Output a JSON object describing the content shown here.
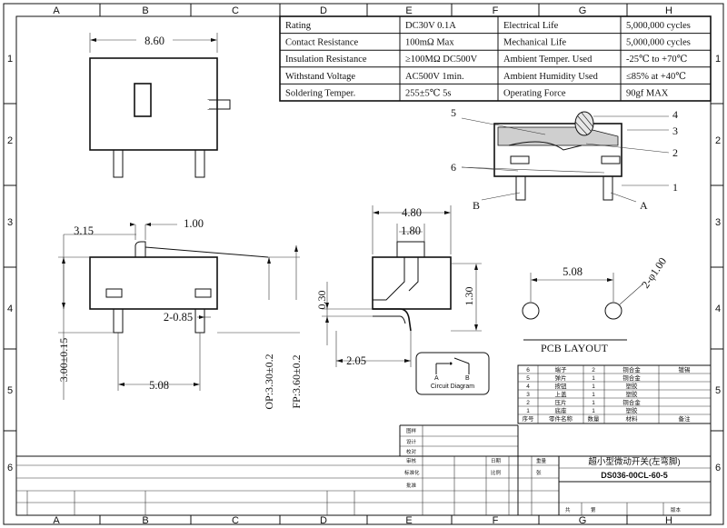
{
  "grid": {
    "columns": [
      "A",
      "B",
      "C",
      "D",
      "E",
      "F",
      "G",
      "H"
    ],
    "rows": [
      "1",
      "2",
      "3",
      "4",
      "5",
      "6"
    ]
  },
  "spec_table": [
    [
      "Rating",
      "DC30V 0.1A",
      "Electrical Life",
      "5,000,000 cycles"
    ],
    [
      "Contact Resistance",
      "100mΩ  Max",
      "Mechanical Life",
      "5,000,000 cycles"
    ],
    [
      "Insulation Resistance",
      "≥100MΩ  DC500V",
      "Ambient Temper. Used",
      "-25℃ to +70℃"
    ],
    [
      "Withstand Voltage",
      "AC500V  1min.",
      "Ambient Humidity Used",
      "≤85% at +40℃"
    ],
    [
      "Soldering Temper.",
      "255±5℃ 5s",
      "Operating Force",
      "90gf MAX"
    ]
  ],
  "dims": {
    "top_width": "8.60",
    "d315": "3.15",
    "d100": "1.00",
    "d285": "2-0.85",
    "d508": "5.08",
    "d300": "3.00±0.15",
    "op": "OP:3.30±0.2",
    "fp": "FP:3.60±0.2",
    "d480": "4.80",
    "d180": "1.80",
    "d030": "0.30",
    "d130": "1.30",
    "d205": "2.05",
    "pcb508": "5.08",
    "pcb_hole": "2-φ1.00"
  },
  "callouts": [
    "1",
    "2",
    "3",
    "4",
    "5",
    "6",
    "A",
    "B"
  ],
  "pcb_layout_label": "PCB LAYOUT",
  "circuit": {
    "a": "A",
    "b": "B",
    "label": "Circuit Diagram"
  },
  "parts_table": {
    "headers": [
      "序号",
      "零件名称",
      "数量",
      "材料",
      "备注"
    ],
    "rows": [
      [
        "6",
        "端子",
        "2",
        "铜合金",
        "镀锡"
      ],
      [
        "5",
        "弹片",
        "1",
        "铜合金",
        ""
      ],
      [
        "4",
        "按钮",
        "1",
        "塑胶",
        ""
      ],
      [
        "3",
        "上盖",
        "1",
        "塑胶",
        ""
      ],
      [
        "2",
        "压片",
        "1",
        "铜合金",
        ""
      ],
      [
        "1",
        "底座",
        "1",
        "塑胶",
        ""
      ]
    ]
  },
  "title_block": {
    "title": "超小型微动开关(左弯脚)",
    "part_no": "DS036-00CL-60-5",
    "labels": [
      "图样",
      "设计",
      "校对",
      "审核",
      "标准化",
      "批准",
      "日期",
      "比例",
      "重量",
      "张",
      "共",
      "第",
      "版本"
    ]
  }
}
